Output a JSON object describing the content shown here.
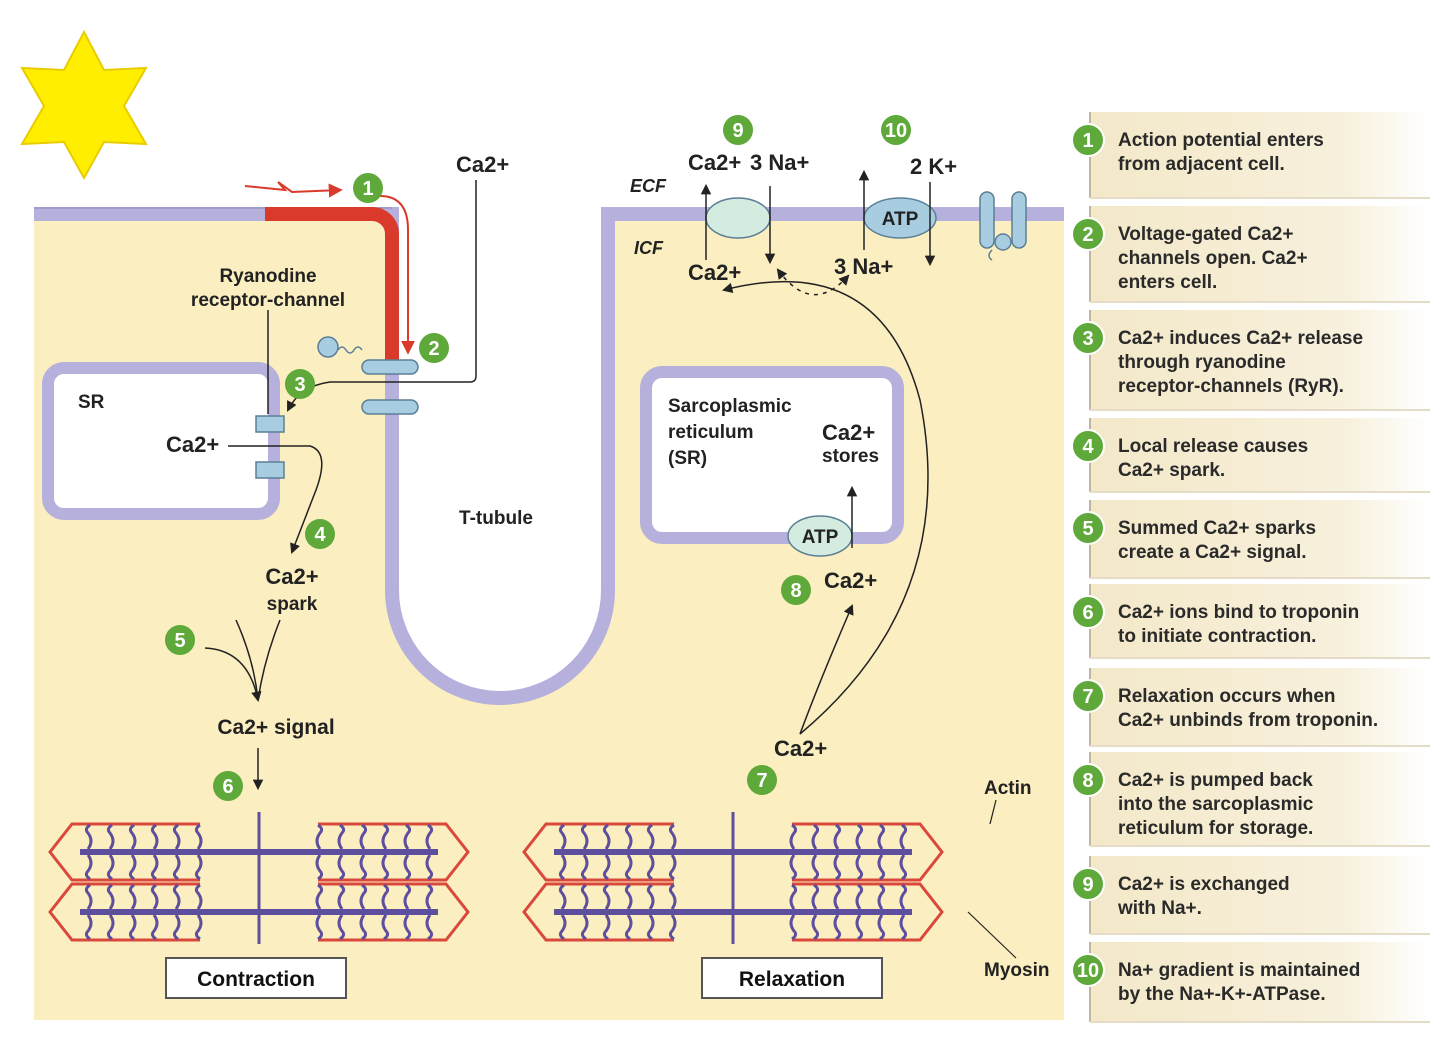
{
  "labels": {
    "ca_top": "Ca2+",
    "ryanodine": [
      "Ryanodine",
      "receptor-channel"
    ],
    "sr_left": "SR",
    "ca_sr": "Ca2+",
    "ca_spark": [
      "Ca2+",
      "spark"
    ],
    "ca_signal": "Ca2+ signal",
    "ttubule": "T-tubule",
    "ecf": "ECF",
    "icf": "ICF",
    "ca_out": "Ca2+",
    "na3_out": "3 Na+",
    "k2": "2 K+",
    "ca_in": "Ca2+",
    "na3_in": "3 Na+",
    "atp_pump": "ATP",
    "sr_right": [
      "Sarcoplasmic",
      "reticulum",
      "(SR)"
    ],
    "ca_stores": [
      "Ca2+",
      "stores"
    ],
    "atp_sr": "ATP",
    "ca_8": "Ca2+",
    "ca_7": "Ca2+",
    "actin": "Actin",
    "myosin": "Myosin",
    "contraction": "Contraction",
    "relaxation": "Relaxation"
  },
  "diagram_numbers": [
    "1",
    "2",
    "3",
    "4",
    "5",
    "6",
    "7",
    "8",
    "9",
    "10"
  ],
  "steps": [
    {
      "num": "1",
      "lines": [
        "Action potential enters",
        "from adjacent cell."
      ]
    },
    {
      "num": "2",
      "lines": [
        "Voltage-gated Ca2+",
        "channels open. Ca2+",
        "enters cell."
      ]
    },
    {
      "num": "3",
      "lines": [
        "Ca2+ induces Ca2+ release",
        "through ryanodine",
        "receptor-channels (RyR)."
      ]
    },
    {
      "num": "4",
      "lines": [
        "Local release causes",
        "Ca2+ spark."
      ]
    },
    {
      "num": "5",
      "lines": [
        "Summed Ca2+ sparks",
        "create a Ca2+ signal."
      ]
    },
    {
      "num": "6",
      "lines": [
        "Ca2+ ions bind to troponin",
        "to initiate contraction."
      ]
    },
    {
      "num": "7",
      "lines": [
        "Relaxation occurs when",
        "Ca2+ unbinds from troponin."
      ]
    },
    {
      "num": "8",
      "lines": [
        "Ca2+ is pumped back",
        "into the sarcoplasmic",
        "reticulum for storage."
      ]
    },
    {
      "num": "9",
      "lines": [
        "Ca2+ is exchanged",
        "with Na+."
      ]
    },
    {
      "num": "10",
      "lines": [
        "Na+ gradient is maintained",
        "by the Na+-K+-ATPase."
      ]
    }
  ],
  "colors": {
    "cytoplasm": "#fbeec0",
    "membrane": "#b6b0dc",
    "membrane_dark": "#8c86c0",
    "action_potential": "#d93a2b",
    "step_circle": "#5fa83a",
    "step_box": "#f5ecd2",
    "channel": "#a9cde0",
    "exchanger": "#d4ebe0",
    "myosin": "#5e4f9e",
    "actin": "#d9483b",
    "star": "#ffee00"
  },
  "icons": {
    "star": "starburst-icon"
  }
}
